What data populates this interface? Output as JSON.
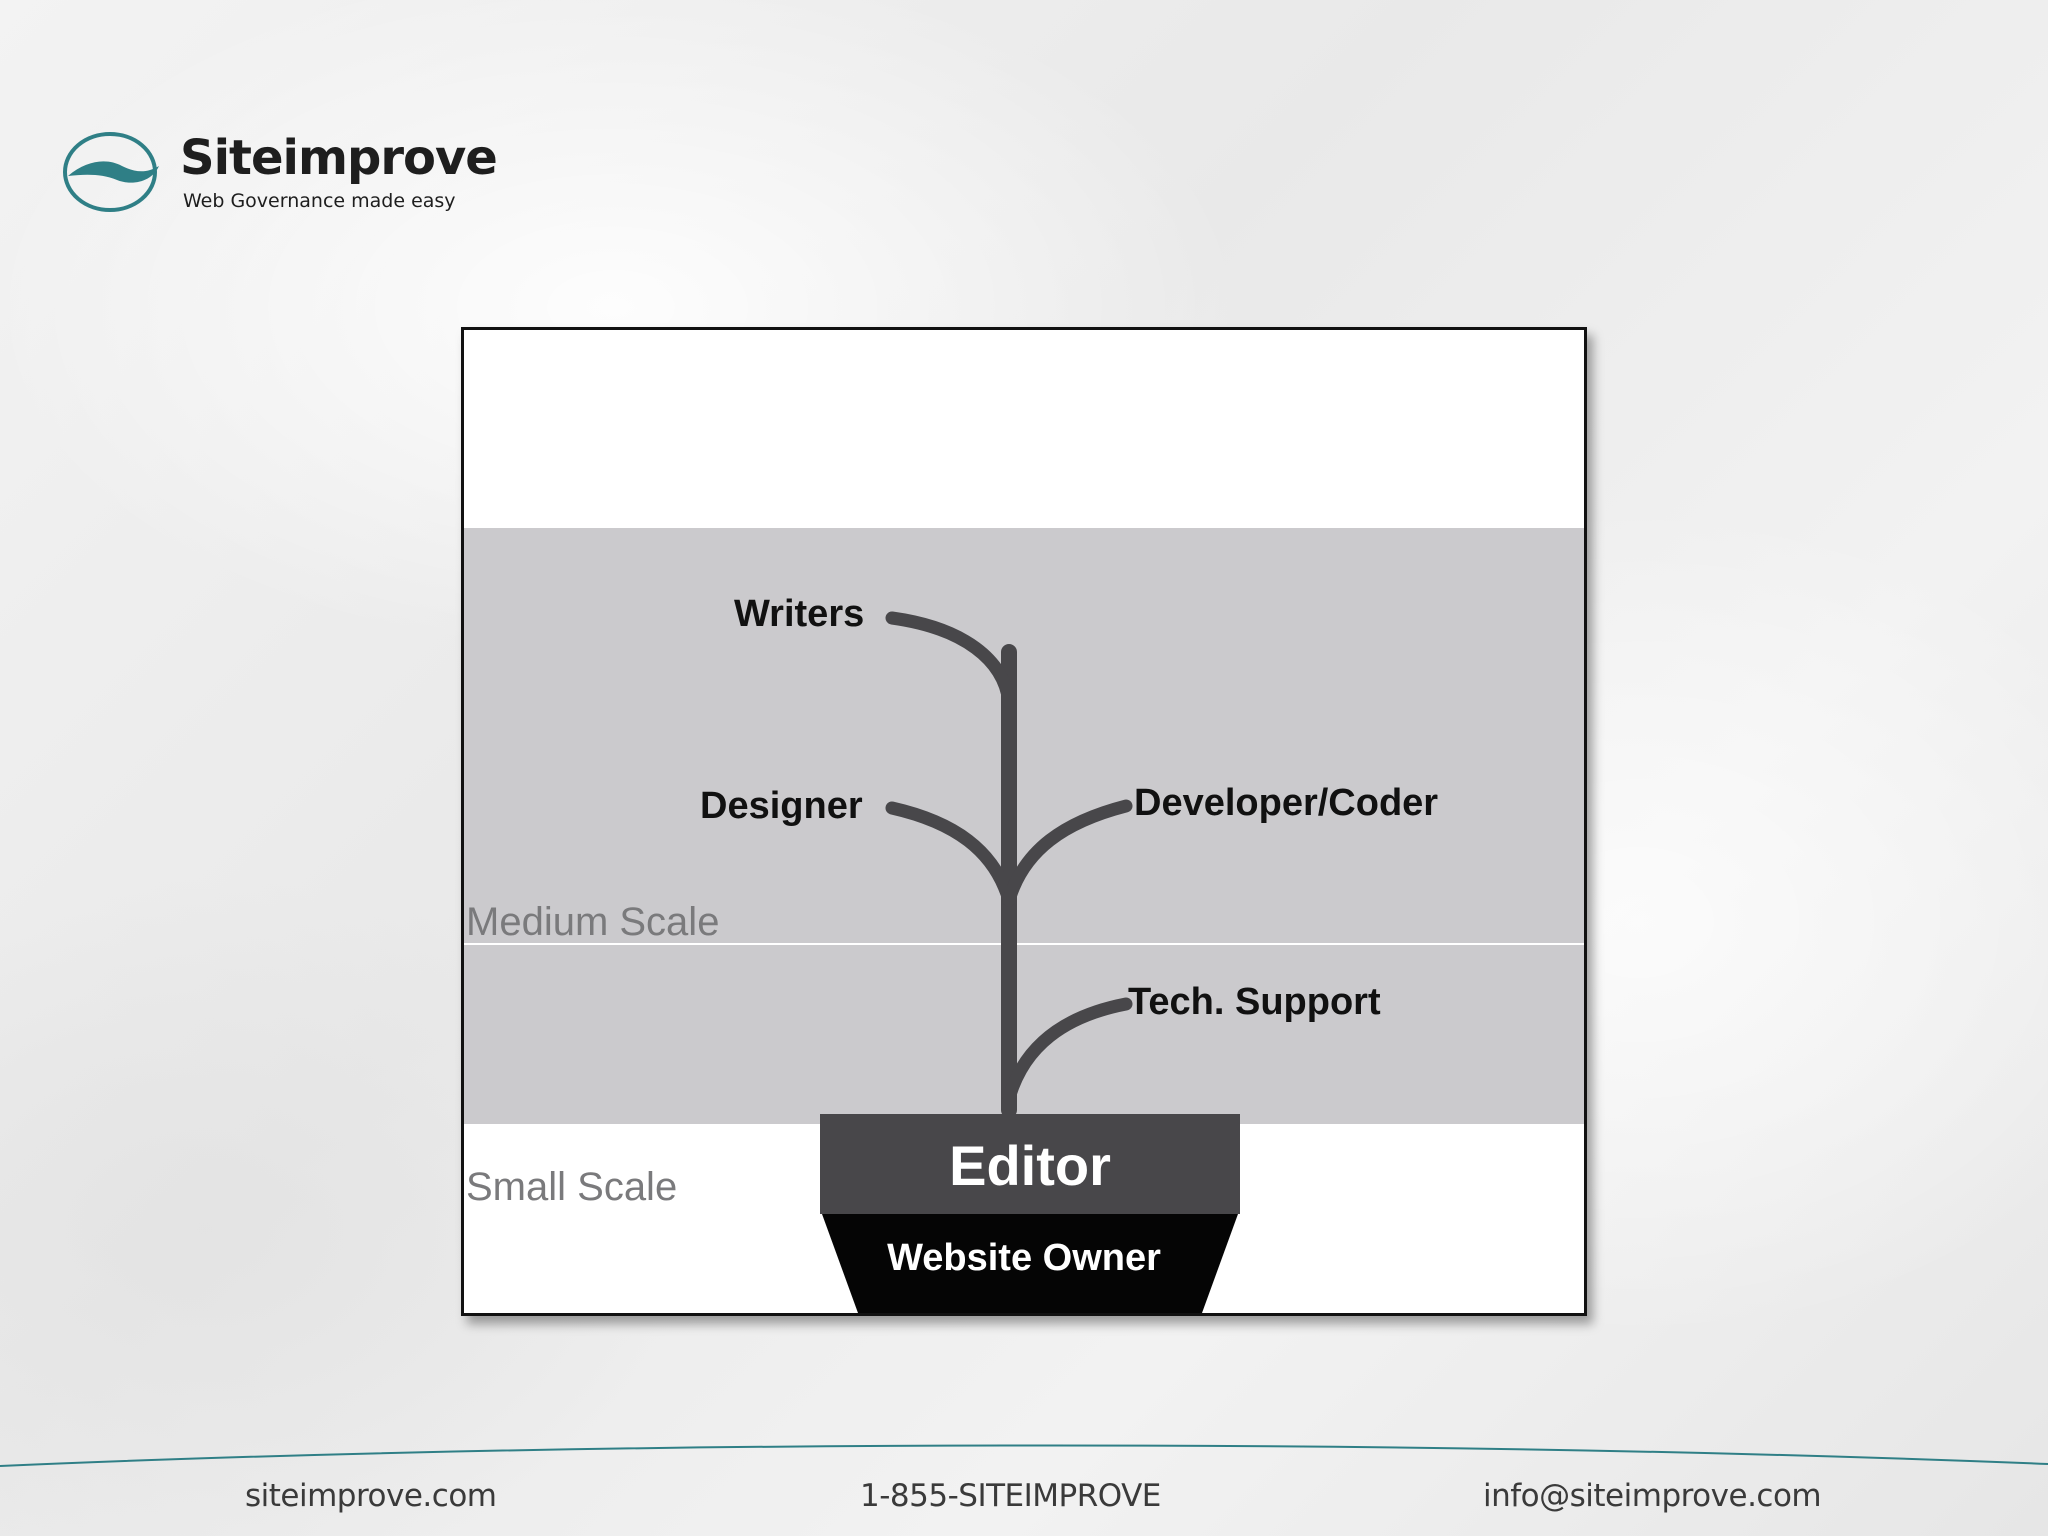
{
  "logo": {
    "name": "Siteimprove",
    "tagline": "Web Governance made easy"
  },
  "diagram": {
    "branches": {
      "writers": "Writers",
      "designer": "Designer",
      "developer": "Developer/Coder",
      "tech_support": "Tech. Support"
    },
    "scales": {
      "medium": "Medium Scale",
      "small": "Small Scale"
    },
    "pot": {
      "editor": "Editor",
      "owner": "Website Owner"
    },
    "colors": {
      "band": "#cbcacd",
      "stem": "#48474a",
      "pot_top": "#48474a",
      "pot_base": "#050505"
    }
  },
  "footer": {
    "website": "siteimprove.com",
    "phone": "1-855-SITEIMPROVE",
    "email": "info@siteimprove.com"
  },
  "colors": {
    "accent": "#2f7f86"
  }
}
